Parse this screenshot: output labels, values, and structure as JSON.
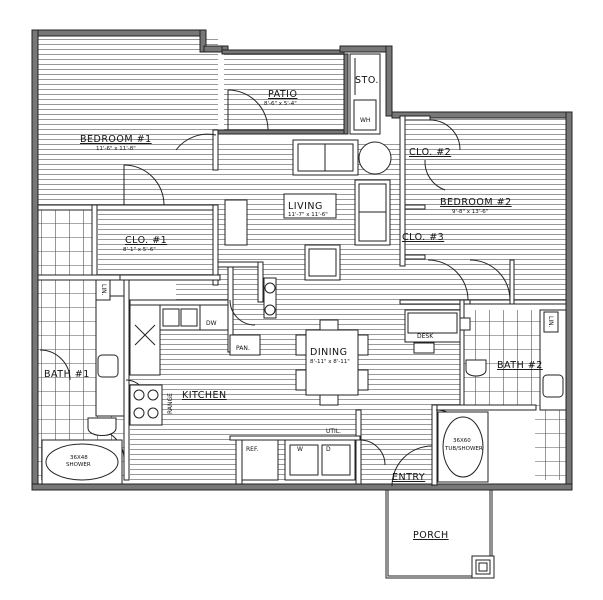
{
  "rooms": {
    "patio": {
      "name": "PATIO",
      "dims": "8'-6\" x 5'-4\""
    },
    "sto": {
      "name": "STO."
    },
    "wh": {
      "name": "WH"
    },
    "bedroom1": {
      "name": "BEDROOM #1",
      "dims": "11'-6\" x 11'-8\""
    },
    "bedroom2": {
      "name": "BEDROOM #2",
      "dims": "9'-8\" x 13'-6\""
    },
    "clo1": {
      "name": "CLO. #1",
      "dims": "8'-1\" x 5'-6\""
    },
    "clo2": {
      "name": "CLO. #2"
    },
    "clo3": {
      "name": "CLO. #3"
    },
    "living": {
      "name": "LIVING",
      "dims": "11'-7\" x 11'-6\""
    },
    "dining": {
      "name": "DINING",
      "dims": "8'-11\" x 8'-11\""
    },
    "kitchen": {
      "name": "KITCHEN"
    },
    "bath1": {
      "name": "BATH #1"
    },
    "bath2": {
      "name": "BATH #2"
    },
    "entry": {
      "name": "ENTRY"
    },
    "porch": {
      "name": "PORCH"
    },
    "util": {
      "name": "UTIL."
    },
    "pan": {
      "name": "PAN."
    },
    "desk": {
      "name": "DESK"
    },
    "ref": {
      "name": "REF."
    },
    "range": {
      "name": "RANGE"
    },
    "dw": {
      "name": "DW"
    },
    "lin1": {
      "name": "LIN."
    },
    "lin2": {
      "name": "LIN."
    },
    "shower1": {
      "name": "36X48",
      "sub": "SHOWER"
    },
    "shower2": {
      "name": "36X60",
      "sub": "TUB/SHOWER"
    },
    "washer": {
      "name": "W"
    },
    "dryer": {
      "name": "D"
    }
  }
}
